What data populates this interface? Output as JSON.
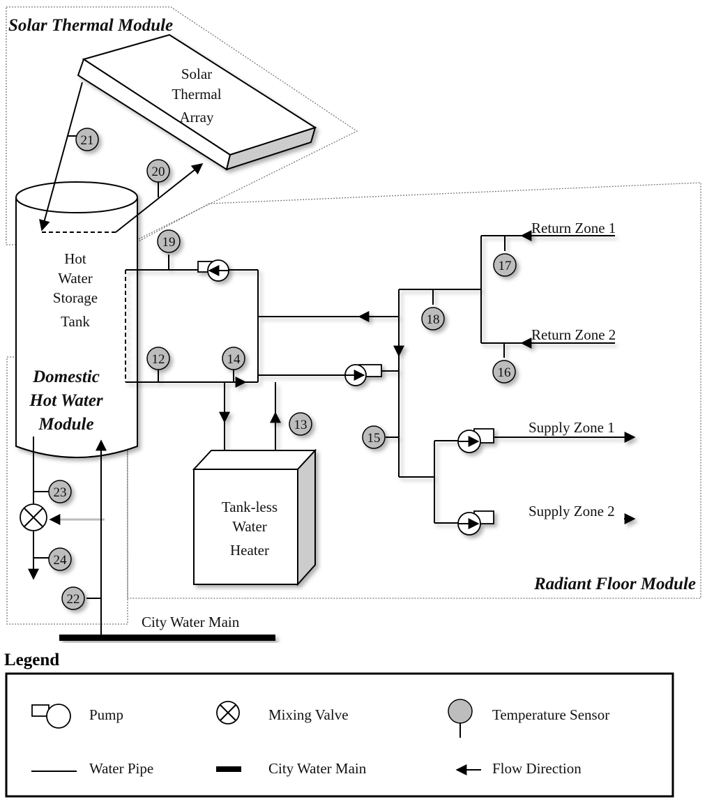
{
  "modules": {
    "solar": "Solar Thermal Module",
    "domestic": [
      "Domestic",
      "Hot Water",
      "Module"
    ],
    "radiant": "Radiant Floor Module"
  },
  "components": {
    "solar_array": [
      "Solar",
      "Thermal",
      "Array"
    ],
    "tank": [
      "Hot",
      "Water",
      "Storage",
      "Tank"
    ],
    "heater": [
      "Tank-less",
      "Water",
      "Heater"
    ],
    "city_main": "City Water Main",
    "return_zone_1": "Return Zone 1",
    "return_zone_2": "Return Zone 2",
    "supply_zone_1": "Supply Zone 1",
    "supply_zone_2": "Supply Zone 2"
  },
  "sensors": [
    "12",
    "13",
    "14",
    "15",
    "16",
    "17",
    "18",
    "19",
    "20",
    "21",
    "22",
    "23",
    "24"
  ],
  "legend": {
    "title": "Legend",
    "items": [
      {
        "icon": "pump-icon",
        "label": "Pump"
      },
      {
        "icon": "mixing-valve-icon",
        "label": "Mixing Valve"
      },
      {
        "icon": "temperature-sensor-icon",
        "label": "Temperature Sensor"
      },
      {
        "icon": "water-pipe-icon",
        "label": "Water Pipe"
      },
      {
        "icon": "city-water-main-icon",
        "label": "City Water Main"
      },
      {
        "icon": "flow-direction-icon",
        "label": "Flow Direction"
      }
    ]
  },
  "colors": {
    "sensor_fill": "#bdbdbd",
    "panel_side": "#cccccc"
  }
}
